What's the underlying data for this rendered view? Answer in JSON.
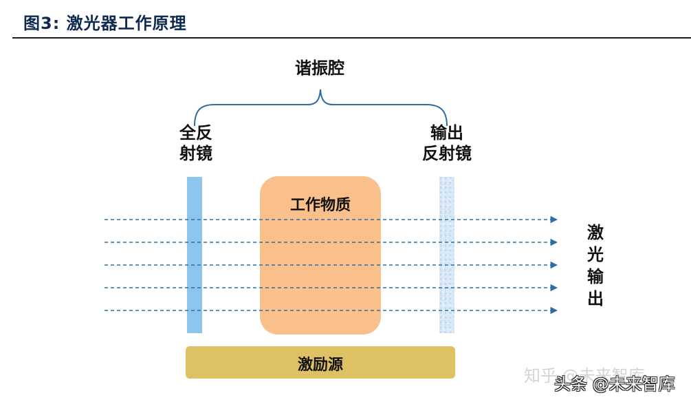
{
  "figure": {
    "title": "图3:  激光器工作原理"
  },
  "labels": {
    "cavity": "谐振腔",
    "full_mirror": [
      "全反",
      "射镜"
    ],
    "output_mirror": [
      "输出",
      "反射镜"
    ],
    "gain_medium": "工作物质",
    "pump_source": "激励源",
    "laser_output": [
      "激",
      "光",
      "输",
      "出"
    ]
  },
  "beams": {
    "count": 5,
    "direction": "left-to-right",
    "style": "dashed",
    "color": "#2e6da4"
  },
  "colors": {
    "full_mirror": "#8ec5ec",
    "output_mirror": "#dceaf7",
    "gain_medium": "#f9c08b",
    "pump_source": "#dfc165",
    "brace": "#2e6da4"
  },
  "watermarks": {
    "zhihu": "知乎 @未来智库",
    "toutiao": "头条 @未来智库"
  }
}
